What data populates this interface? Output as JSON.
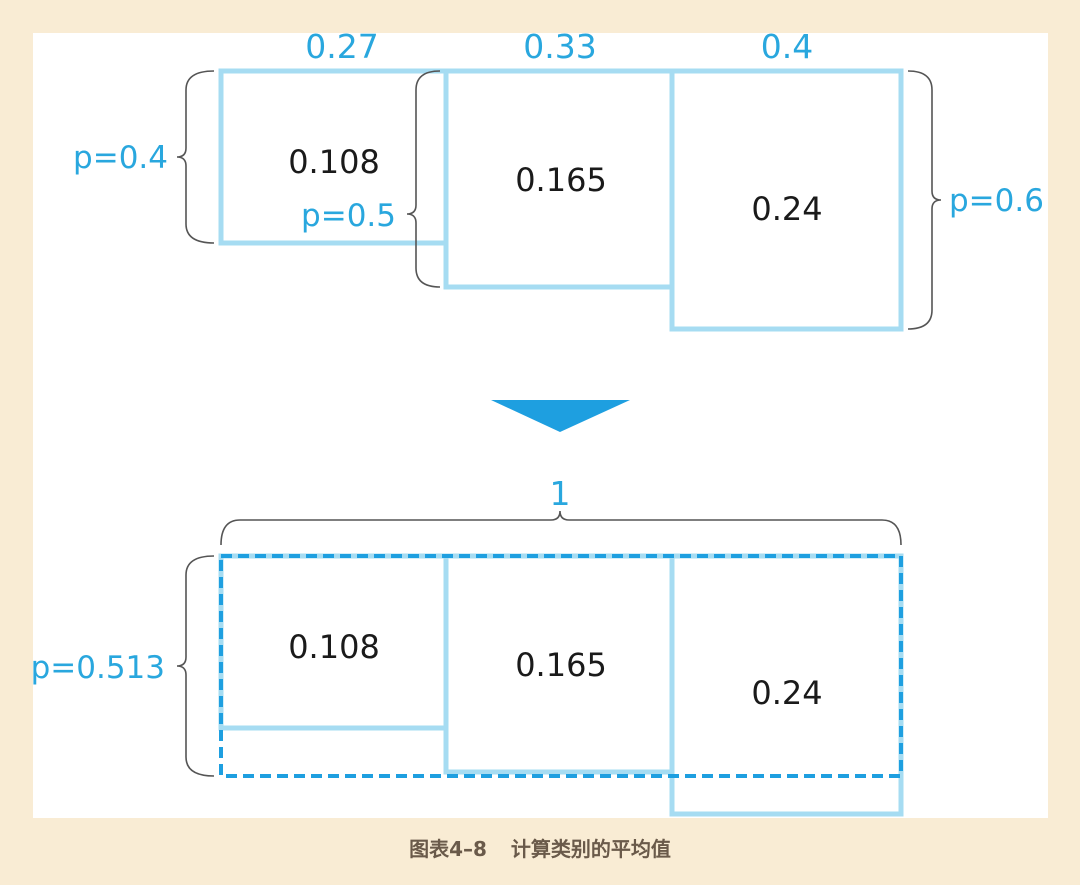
{
  "top": {
    "widths": [
      "0.27",
      "0.33",
      "0.4"
    ],
    "probs": {
      "a": "p=0.4",
      "b": "p=0.5",
      "c": "p=0.6"
    },
    "areas": [
      "0.108",
      "0.165",
      "0.24"
    ]
  },
  "bottom": {
    "total": "1",
    "prob": "p=0.513",
    "areas": [
      "0.108",
      "0.165",
      "0.24"
    ]
  },
  "caption": {
    "figure": "图表4–8",
    "title": "计算类别的平均值"
  },
  "colors": {
    "box": "#a6dcf2",
    "label": "#29a7de",
    "arrow": "#1e9fe0",
    "text": "#1a1a1a",
    "page": "#f9ecd4",
    "bracket": "#555555"
  }
}
